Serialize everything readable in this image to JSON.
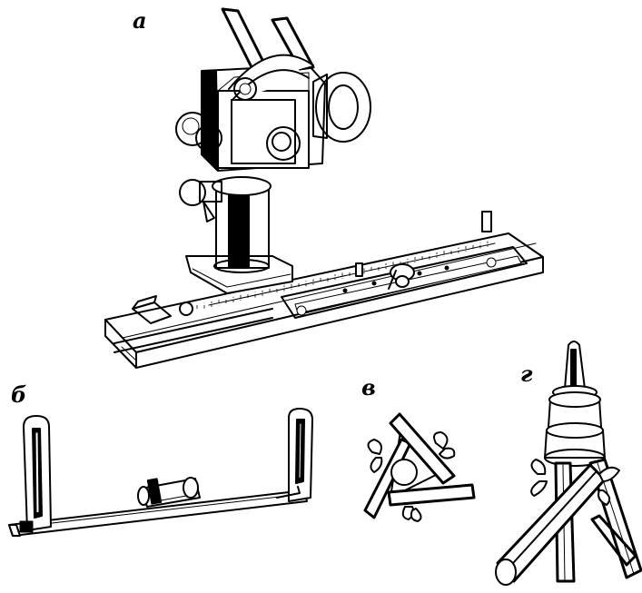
{
  "figure": {
    "panels": [
      {
        "id": "a",
        "label": "а",
        "icon": "camera-on-rail-icon"
      },
      {
        "id": "b",
        "label": "б",
        "icon": "bracket-with-level-icon"
      },
      {
        "id": "v",
        "label": "в",
        "icon": "tripod-head-clamp-icon"
      },
      {
        "id": "g",
        "label": "г",
        "icon": "tripod-legs-icon"
      }
    ],
    "colors": {
      "ink": "#000000",
      "paper": "#ffffff"
    }
  }
}
